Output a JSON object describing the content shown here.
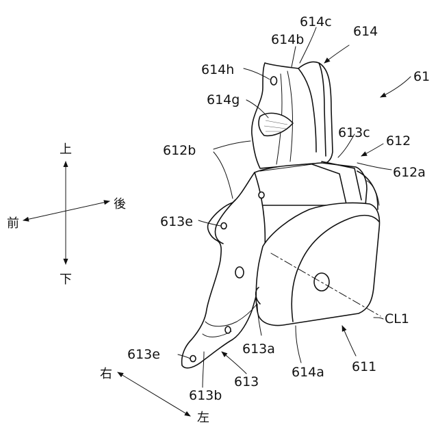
{
  "figure_label": "61",
  "labels": {
    "l614c": "614c",
    "l614b": "614b",
    "l614": "614",
    "l614h": "614h",
    "l614g": "614g",
    "l613c": "613c",
    "l612": "612",
    "l612b": "612b",
    "l612a": "612a",
    "l613e_top": "613e",
    "l613e_bottom": "613e",
    "l613a": "613a",
    "lCL1": "CL1",
    "l614a": "614a",
    "l611": "611",
    "l613": "613",
    "l613b": "613b"
  },
  "directions": {
    "up": "上",
    "down": "下",
    "front": "前",
    "back": "後",
    "right": "右",
    "left": "左"
  }
}
